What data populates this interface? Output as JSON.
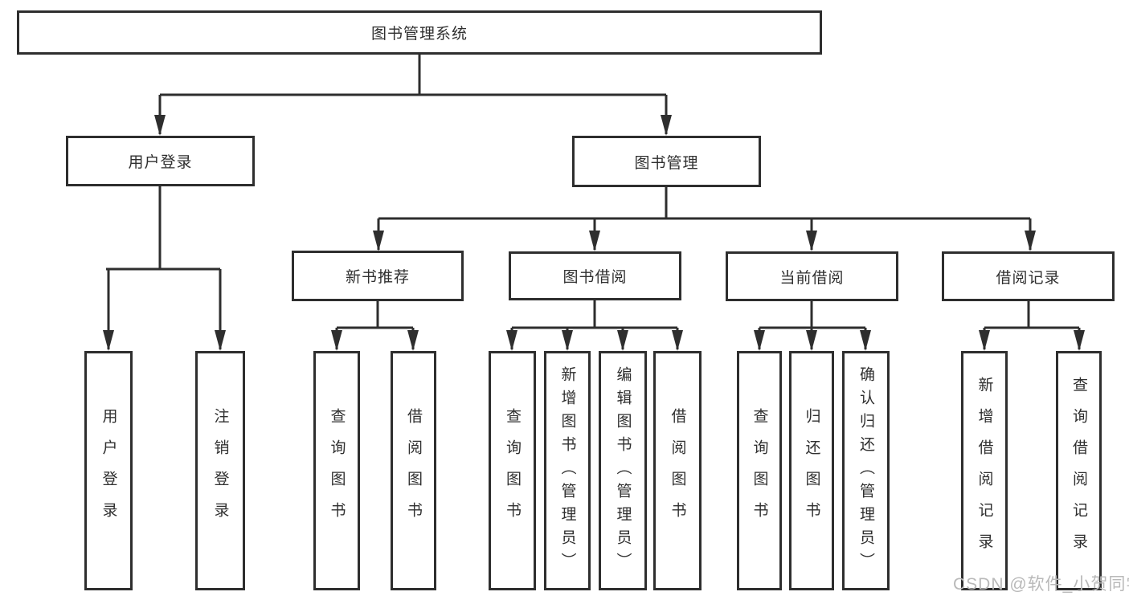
{
  "diagram": {
    "title": "图书管理系统",
    "watermark": "CSDN @软件_小贺同学",
    "colors": {
      "line": "#2e2e2e",
      "box_background": "#ffffff",
      "text": "#2f2f2f",
      "watermark": "#b9b9b9"
    },
    "nodes": {
      "root": "图书管理系统",
      "user_login": "用户登录",
      "book_management": "图书管理",
      "new_book_recommend": "新书推荐",
      "book_borrow": "图书借阅",
      "current_borrow": "当前借阅",
      "borrow_record": "借阅记录",
      "leaf_user_login": "用户登录",
      "leaf_logout": "注销登录",
      "leaf_query_book_a": "查询图书",
      "leaf_borrow_book_a": "借阅图书",
      "leaf_query_book_b": "查询图书",
      "leaf_add_book_admin": "新增图书（管理员）",
      "leaf_edit_book_admin": "编辑图书（管理员）",
      "leaf_borrow_book_b": "借阅图书",
      "leaf_query_book_c": "查询图书",
      "leaf_return_book": "归还图书",
      "leaf_confirm_return_admin": "确认归还（管理员）",
      "leaf_add_borrow_record": "新增借阅记录",
      "leaf_query_borrow_record": "查询借阅记录"
    },
    "tree": {
      "label": "图书管理系统",
      "children": [
        {
          "label": "用户登录",
          "children": [
            {
              "label": "用户登录"
            },
            {
              "label": "注销登录"
            }
          ]
        },
        {
          "label": "图书管理",
          "children": [
            {
              "label": "新书推荐",
              "children": [
                {
                  "label": "查询图书"
                },
                {
                  "label": "借阅图书"
                }
              ]
            },
            {
              "label": "图书借阅",
              "children": [
                {
                  "label": "查询图书"
                },
                {
                  "label": "新增图书（管理员）"
                },
                {
                  "label": "编辑图书（管理员）"
                },
                {
                  "label": "借阅图书"
                }
              ]
            },
            {
              "label": "当前借阅",
              "children": [
                {
                  "label": "查询图书"
                },
                {
                  "label": "归还图书"
                },
                {
                  "label": "确认归还（管理员）"
                }
              ]
            },
            {
              "label": "借阅记录",
              "children": [
                {
                  "label": "新增借阅记录"
                },
                {
                  "label": "查询借阅记录"
                }
              ]
            }
          ]
        }
      ]
    }
  }
}
